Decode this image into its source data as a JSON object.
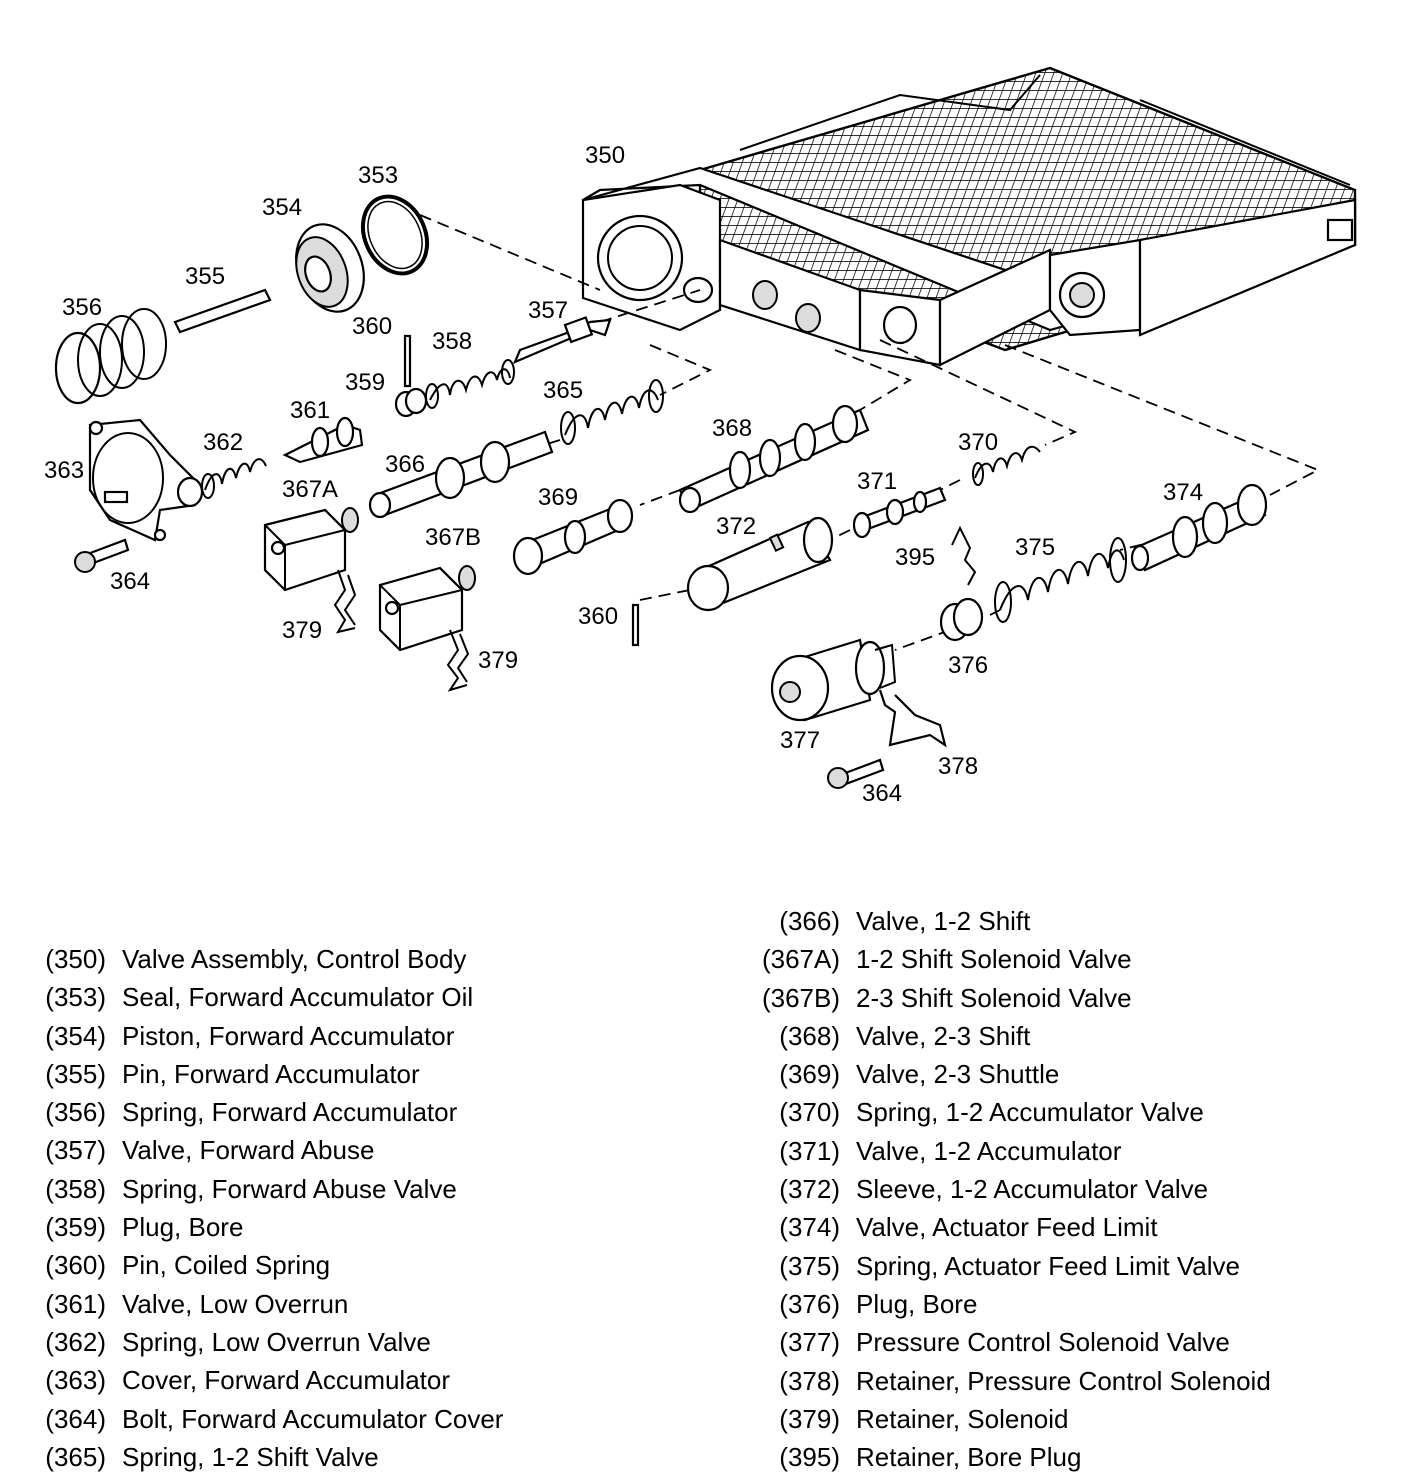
{
  "callouts": {
    "c350": "350",
    "c353": "353",
    "c354": "354",
    "c355": "355",
    "c356": "356",
    "c357": "357",
    "c358": "358",
    "c359": "359",
    "c360a": "360",
    "c360b": "360",
    "c361": "361",
    "c362": "362",
    "c363": "363",
    "c364a": "364",
    "c364b": "364",
    "c365": "365",
    "c366": "366",
    "c367a": "367A",
    "c367b": "367B",
    "c368": "368",
    "c369": "369",
    "c370": "370",
    "c371": "371",
    "c372": "372",
    "c374": "374",
    "c375": "375",
    "c376": "376",
    "c377": "377",
    "c378": "378",
    "c379a": "379",
    "c379b": "379",
    "c395": "395"
  },
  "legend_left": [
    {
      "code": "(350)",
      "desc": "Valve Assembly, Control Body"
    },
    {
      "code": "(353)",
      "desc": "Seal, Forward Accumulator Oil"
    },
    {
      "code": "(354)",
      "desc": "Piston, Forward Accumulator"
    },
    {
      "code": "(355)",
      "desc": "Pin, Forward Accumulator"
    },
    {
      "code": "(356)",
      "desc": "Spring, Forward Accumulator"
    },
    {
      "code": "(357)",
      "desc": "Valve, Forward Abuse"
    },
    {
      "code": "(358)",
      "desc": "Spring, Forward Abuse Valve"
    },
    {
      "code": "(359)",
      "desc": "Plug, Bore"
    },
    {
      "code": "(360)",
      "desc": "Pin, Coiled Spring"
    },
    {
      "code": "(361)",
      "desc": "Valve, Low Overrun"
    },
    {
      "code": "(362)",
      "desc": "Spring, Low Overrun Valve"
    },
    {
      "code": "(363)",
      "desc": "Cover, Forward Accumulator"
    },
    {
      "code": "(364)",
      "desc": "Bolt, Forward Accumulator Cover"
    },
    {
      "code": "(365)",
      "desc": "Spring, 1-2 Shift Valve"
    }
  ],
  "legend_right": [
    {
      "code": "(366)",
      "desc": "Valve, 1-2 Shift"
    },
    {
      "code": "(367A)",
      "desc": "1-2 Shift Solenoid Valve"
    },
    {
      "code": "(367B)",
      "desc": "2-3 Shift Solenoid Valve"
    },
    {
      "code": "(368)",
      "desc": "Valve, 2-3 Shift"
    },
    {
      "code": "(369)",
      "desc": "Valve, 2-3 Shuttle"
    },
    {
      "code": "(370)",
      "desc": "Spring, 1-2 Accumulator Valve"
    },
    {
      "code": "(371)",
      "desc": "Valve, 1-2 Accumulator"
    },
    {
      "code": "(372)",
      "desc": "Sleeve, 1-2 Accumulator Valve"
    },
    {
      "code": "(374)",
      "desc": "Valve, Actuator Feed Limit"
    },
    {
      "code": "(375)",
      "desc": "Spring, Actuator Feed Limit Valve"
    },
    {
      "code": "(376)",
      "desc": "Plug, Bore"
    },
    {
      "code": "(377)",
      "desc": "Pressure Control Solenoid Valve"
    },
    {
      "code": "(378)",
      "desc": "Retainer, Pressure Control Solenoid"
    },
    {
      "code": "(379)",
      "desc": "Retainer, Solenoid"
    },
    {
      "code": "(395)",
      "desc": "Retainer, Bore Plug"
    }
  ]
}
